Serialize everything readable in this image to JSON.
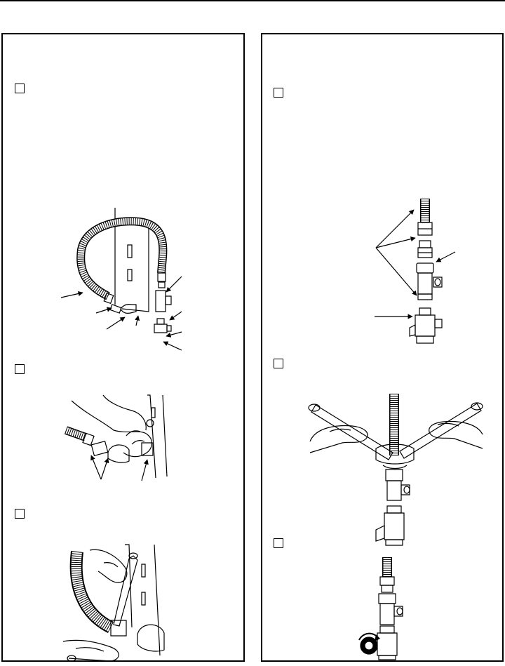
{
  "colors": {
    "ink": "#000000",
    "paper": "#ffffff"
  },
  "icons": {
    "checkbox": "empty-checkbox-icon",
    "pointer": "leader-arrow-icon"
  },
  "document": {
    "left_column": {
      "steps": [
        {
          "checked": false,
          "figure": "hose-tee-assembly"
        },
        {
          "checked": false,
          "figure": "hand-fitting-connection"
        },
        {
          "checked": false,
          "figure": "wrench-hose-fitting"
        }
      ]
    },
    "right_column": {
      "steps": [
        {
          "checked": false,
          "figure": "exploded-tee-valve"
        },
        {
          "checked": false,
          "figure": "two-wrench-tightening"
        },
        {
          "checked": false,
          "figure": "valve-handle-turn"
        }
      ]
    }
  }
}
